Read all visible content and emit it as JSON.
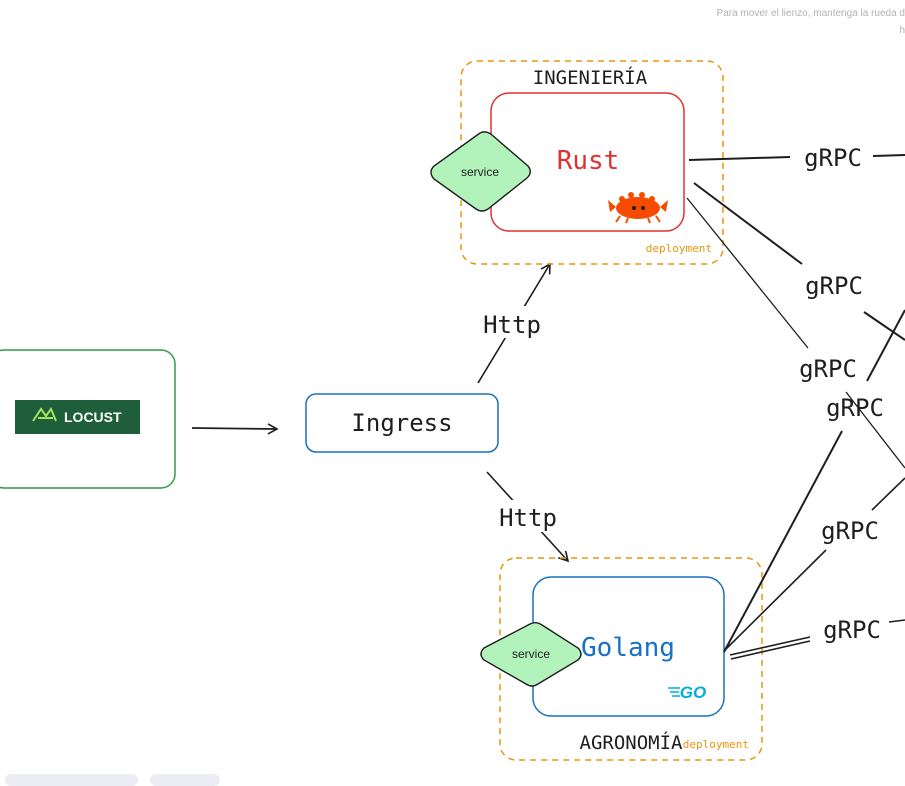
{
  "canvas_hint": {
    "line1": "Para mover el lienzo, mantenga la rueda d",
    "line2": "h"
  },
  "locust": {
    "logo_text": "LOCUST",
    "brand_color": "#1e5e3a"
  },
  "ingress": {
    "label": "Ingress"
  },
  "rust_group": {
    "title": "INGENIERÍA",
    "service_label": "service",
    "app_label": "Rust",
    "deployment_label": "deployment"
  },
  "go_group": {
    "title": "AGRONOMÍA",
    "service_label": "service",
    "app_label": "Golang",
    "logo_text": "GO",
    "deployment_label": "deployment"
  },
  "edge_labels": {
    "http_top": "Http",
    "http_bottom": "Http",
    "grpc": [
      "gRPC",
      "gRPC",
      "gRPC",
      "gRPC",
      "gRPC",
      "gRPC"
    ]
  },
  "colors": {
    "deployment_orange": "#e8950e",
    "rust_red": "#e03131",
    "go_blue": "#1971c2",
    "locust_green": "#2f9e44",
    "service_fill": "#b2f2bb"
  }
}
